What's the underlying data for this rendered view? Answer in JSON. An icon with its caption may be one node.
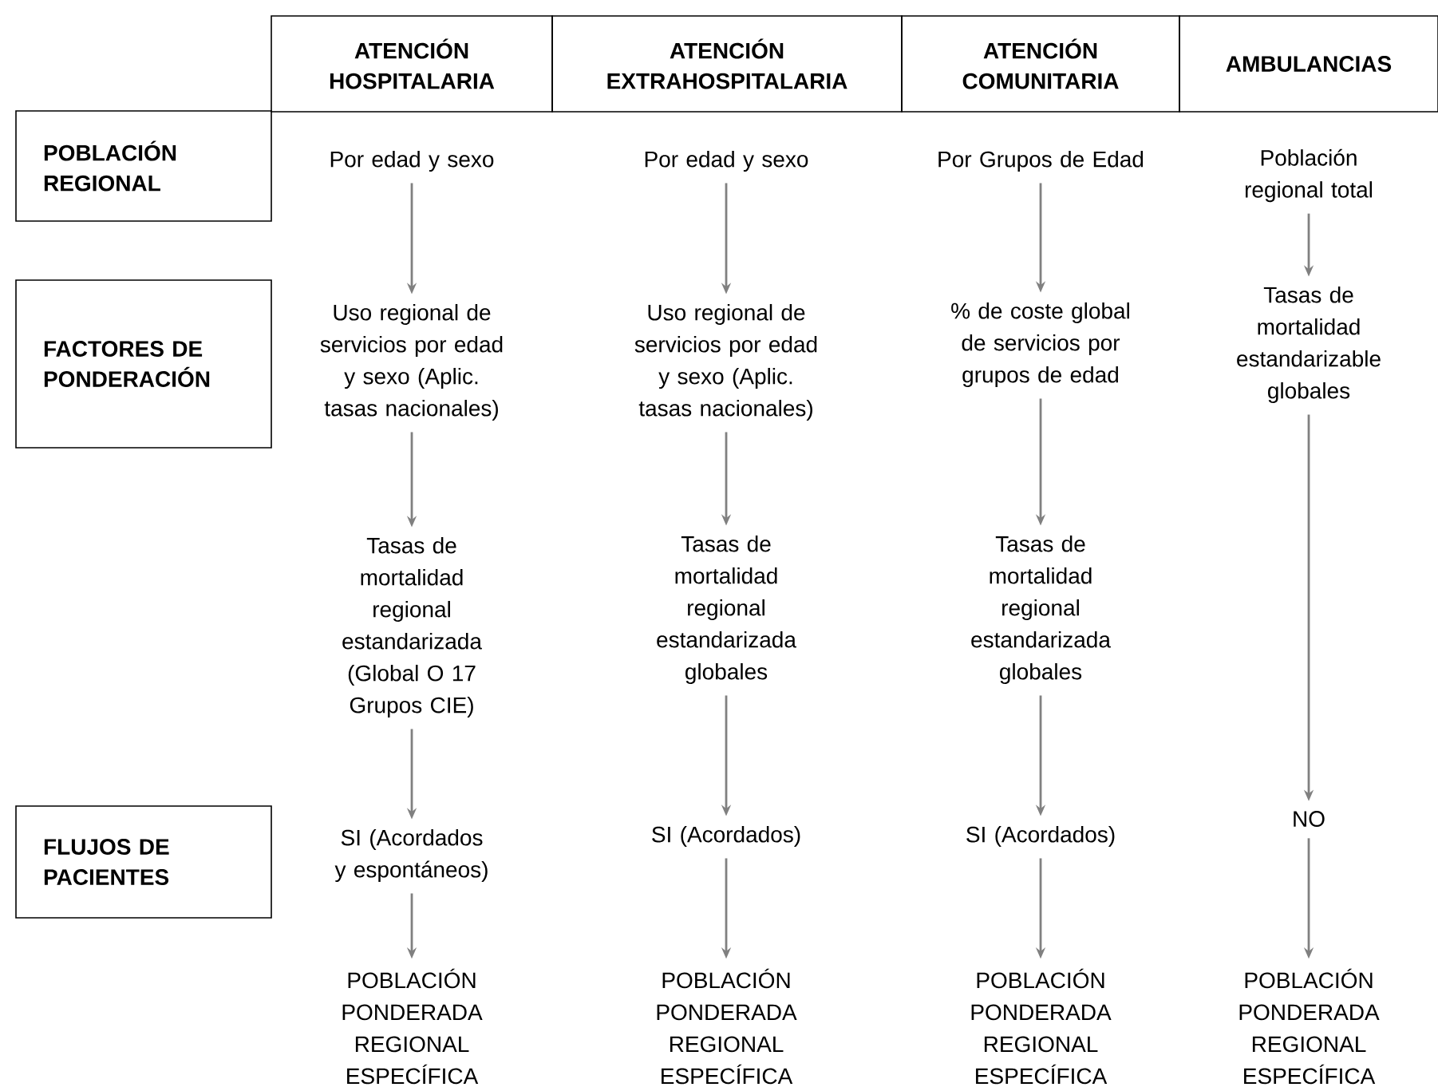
{
  "diagram": {
    "nodes": [
      {
        "text": [
          "ATENCIÓN HOSPITALARIA"
        ]
      },
      {
        "text": [
          "ATENCIÓN EXTRAHOSPITALARIA"
        ]
      },
      {
        "text": [
          "ATENCIÓN COMUNITARIA"
        ]
      },
      {
        "text": [
          "AMBULANCIAS"
        ]
      },
      {
        "text": [
          "POBLACIÓN REGIONAL"
        ]
      },
      {
        "text": [
          "Por edad y sexo"
        ]
      },
      {
        "text": [
          "Por edad y sexo"
        ]
      },
      {
        "text": [
          "Por Grupos de Edad"
        ]
      },
      {
        "text": [
          "Población regional total"
        ]
      },
      {
        "text": [
          "FACTORES DE PONDERACIÓN"
        ]
      },
      {
        "text": [
          "Uso regional de servicios por edad y sexo (Aplic. tasas nacionales)"
        ]
      },
      {
        "text": [
          "Uso regional de servicios por edad y sexo (Aplic. tasas nacionales)"
        ]
      },
      {
        "text": [
          "% de coste global de servicios por grupos de edad"
        ]
      },
      {
        "text": [
          "Tasas de mortalidad estandarizable globales"
        ]
      },
      {
        "text": [
          "Tasas de mortalidad regional estandarizada (Global O 17 Grupos CIE)"
        ]
      },
      {
        "text": [
          "Tasas de mortalidad regional estandarizada globales"
        ]
      },
      {
        "text": [
          "Tasas de mortalidad regional estandarizada globales"
        ]
      },
      {
        "text": [
          "FLUJOS DE PACIENTES"
        ]
      },
      {
        "text": [
          "SI (Acordados y espontáneos)"
        ]
      },
      {
        "text": [
          "SI (Acordados)"
        ]
      },
      {
        "text": [
          "SI (Acordados)"
        ]
      },
      {
        "text": [
          "NO"
        ]
      },
      {
        "text": [
          "POBLACIÓN PONDERADA REGIONAL ESPECÍFICA"
        ]
      },
      {
        "text": [
          "POBLACIÓN PONDERADA REGIONAL ESPECÍFICA"
        ]
      },
      {
        "text": [
          "POBLACIÓN PONDERADA REGIONAL ESPECÍFICA"
        ]
      },
      {
        "text": [
          "POBLACIÓN PONDERADA REGIONAL ESPECÍFICA"
        ]
      }
    ],
    "edges": [
      {
        "from": 5,
        "to": 10,
        "arrow": "to"
      },
      {
        "from": 10,
        "to": 14,
        "arrow": "to"
      },
      {
        "from": 14,
        "to": 18,
        "arrow": "to"
      },
      {
        "from": 18,
        "to": 22,
        "arrow": "to"
      },
      {
        "from": 6,
        "to": 11,
        "arrow": "to"
      },
      {
        "from": 11,
        "to": 15,
        "arrow": "to"
      },
      {
        "from": 15,
        "to": 19,
        "arrow": "to"
      },
      {
        "from": 19,
        "to": 23,
        "arrow": "to"
      },
      {
        "from": 7,
        "to": 12,
        "arrow": "to"
      },
      {
        "from": 12,
        "to": 16,
        "arrow": "to"
      },
      {
        "from": 16,
        "to": 20,
        "arrow": "to"
      },
      {
        "from": 20,
        "to": 24,
        "arrow": "to"
      },
      {
        "from": 8,
        "to": 13,
        "arrow": "to"
      },
      {
        "from": 13,
        "to": 21,
        "arrow": "to"
      },
      {
        "from": 21,
        "to": 25,
        "arrow": "to"
      }
    ]
  }
}
